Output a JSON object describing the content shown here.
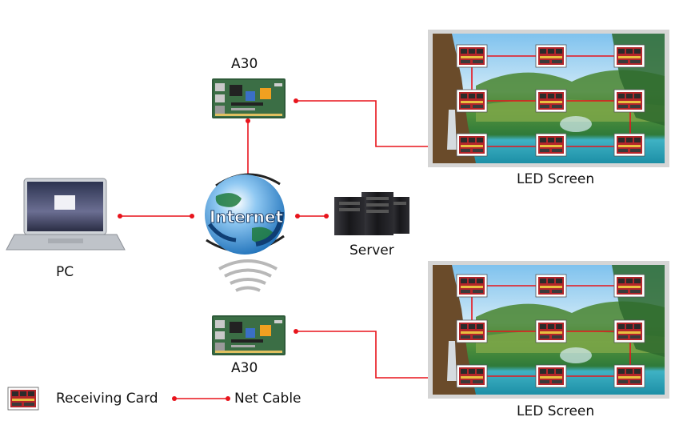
{
  "labels": {
    "controller_top": "A30",
    "controller_bottom": "A30",
    "pc": "PC",
    "server": "Server",
    "internet": "Internet",
    "screen_top": "LED Screen",
    "screen_bottom": "LED Screen"
  },
  "legend": {
    "receiving_card": "Receiving Card",
    "net_cable": "Net Cable"
  },
  "colors": {
    "cable": "#e8141c",
    "card_red": "#c0282a",
    "controller_green": "#2f5b3a",
    "globe_blue": "#2a86d0",
    "server_dark": "#1e1e22",
    "laptop_gray": "#bfc3c9"
  },
  "icons": [
    "controller-board-icon",
    "globe-icon",
    "laptop-icon",
    "server-rack-icon",
    "wifi-icon",
    "receiving-card-icon",
    "led-screen-landscape-icon"
  ]
}
